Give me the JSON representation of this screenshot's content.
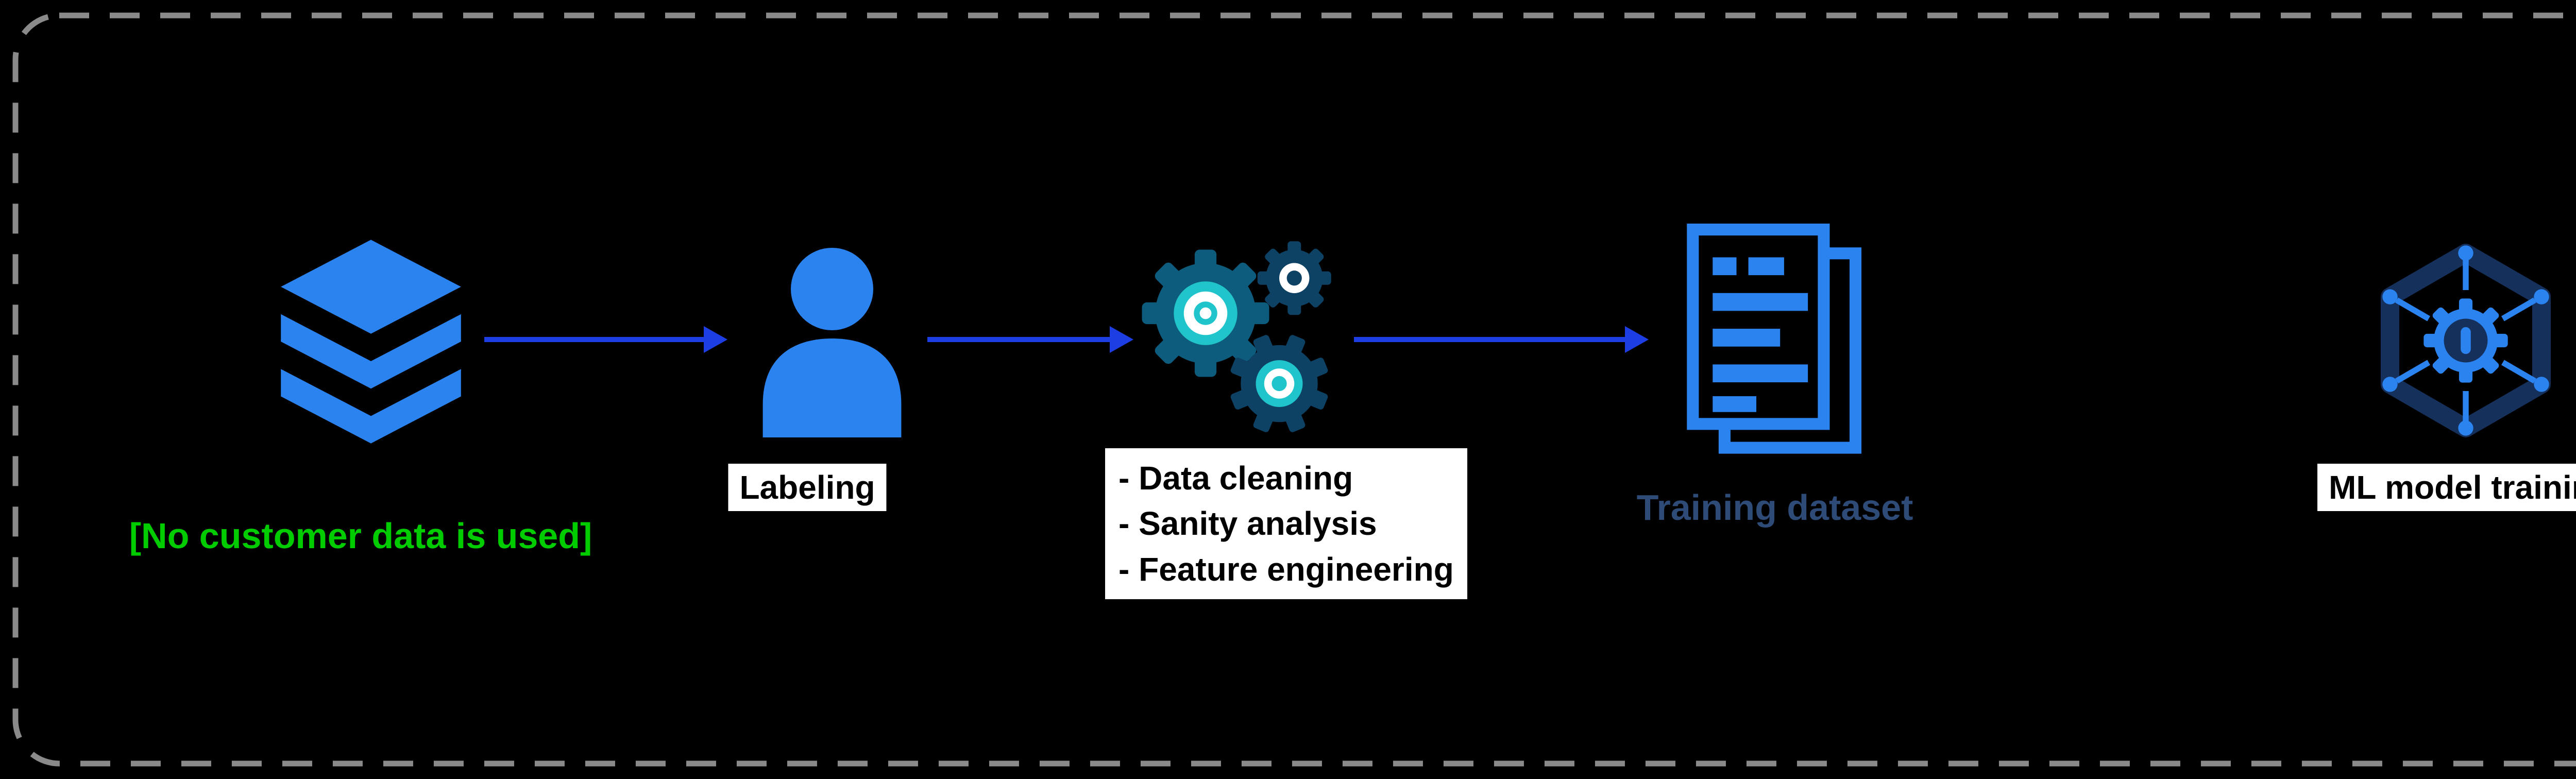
{
  "diagram": {
    "note": "[No customer data is used]",
    "labels": {
      "labeling": "Labeling",
      "training_dataset": "Training dataset",
      "ml_model_training": "ML model training"
    },
    "process_steps": [
      "- Data cleaning",
      "- Sanity analysis",
      "- Feature engineering"
    ],
    "icons": [
      "layers-icon",
      "person-icon",
      "gears-icon",
      "document-icon",
      "ml-model-icon"
    ],
    "colors": {
      "background": "#000000",
      "dashed_border": "#8a8a8a",
      "arrow_blue": "#1d3ee3",
      "icon_blue": "#2b83f0",
      "gear_dark_teal": "#0d5c7d",
      "gear_navy": "#0d4265",
      "gear_teal": "#20c4cb",
      "ml_navy": "#16305c",
      "note_green": "#00cc00",
      "dataset_label_blue": "#2e4a76"
    }
  }
}
